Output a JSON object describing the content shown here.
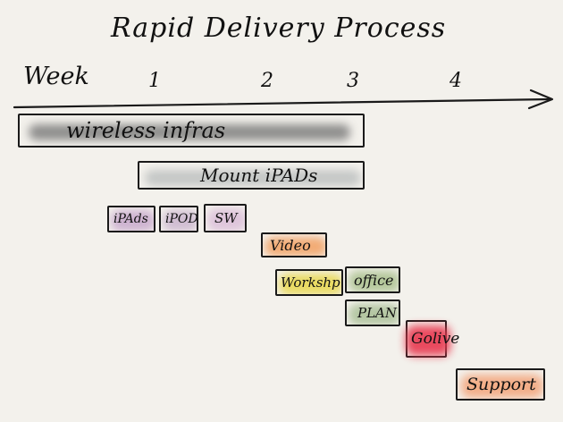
{
  "title": "Rapid Delivery Process",
  "timeline": {
    "week_label": "Week",
    "weeks": [
      "1",
      "2",
      "3",
      "4"
    ]
  },
  "tasks": [
    {
      "label": "wireless infras",
      "color": "#6e6e6e"
    },
    {
      "label": "Mount iPADs",
      "color": "#b9bdbd"
    },
    {
      "label": "iPAds",
      "color": "#c7a8cc"
    },
    {
      "label": "iPOD",
      "color": "#c7b0cc"
    },
    {
      "label": "SW",
      "color": "#d7b6d6"
    },
    {
      "label": "Video",
      "color": "#f2a468"
    },
    {
      "label": "Workshp",
      "color": "#e8d74a"
    },
    {
      "label": "office",
      "color": "#a9c08c"
    },
    {
      "label": "PLAN",
      "color": "#a9bf96"
    },
    {
      "label": "Golive",
      "color": "#e8384f"
    },
    {
      "label": "Support",
      "color": "#f3a77e"
    }
  ]
}
